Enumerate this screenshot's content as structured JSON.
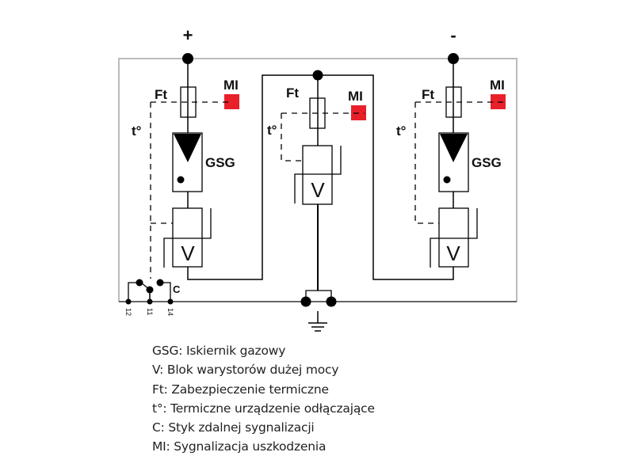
{
  "diagram": {
    "terminal_plus": "+",
    "terminal_minus": "-",
    "left_module": {
      "ft": "Ft",
      "mi": "MI",
      "t": "t°",
      "gsg": "GSG",
      "v": "V"
    },
    "center_module": {
      "ft": "Ft",
      "mi": "MI",
      "t": "t°",
      "v": "V"
    },
    "right_module": {
      "ft": "Ft",
      "mi": "MI",
      "t": "t°",
      "gsg": "GSG",
      "v": "V"
    },
    "contact": {
      "label": "C",
      "pins": [
        "12",
        "11",
        "14"
      ]
    },
    "colors": {
      "mi_indicator": "#e8202a",
      "line": "#000000",
      "frame": "#bbbbbb"
    }
  },
  "legend": [
    "GSG: Iskiernik gazowy",
    "V: Blok warystorów dużej mocy",
    "Ft: Zabezpieczenie termiczne",
    "t°: Termiczne urządzenie odłączające",
    "C: Styk zdalnej sygnalizacji",
    "MI: Sygnalizacja uszkodzenia"
  ]
}
